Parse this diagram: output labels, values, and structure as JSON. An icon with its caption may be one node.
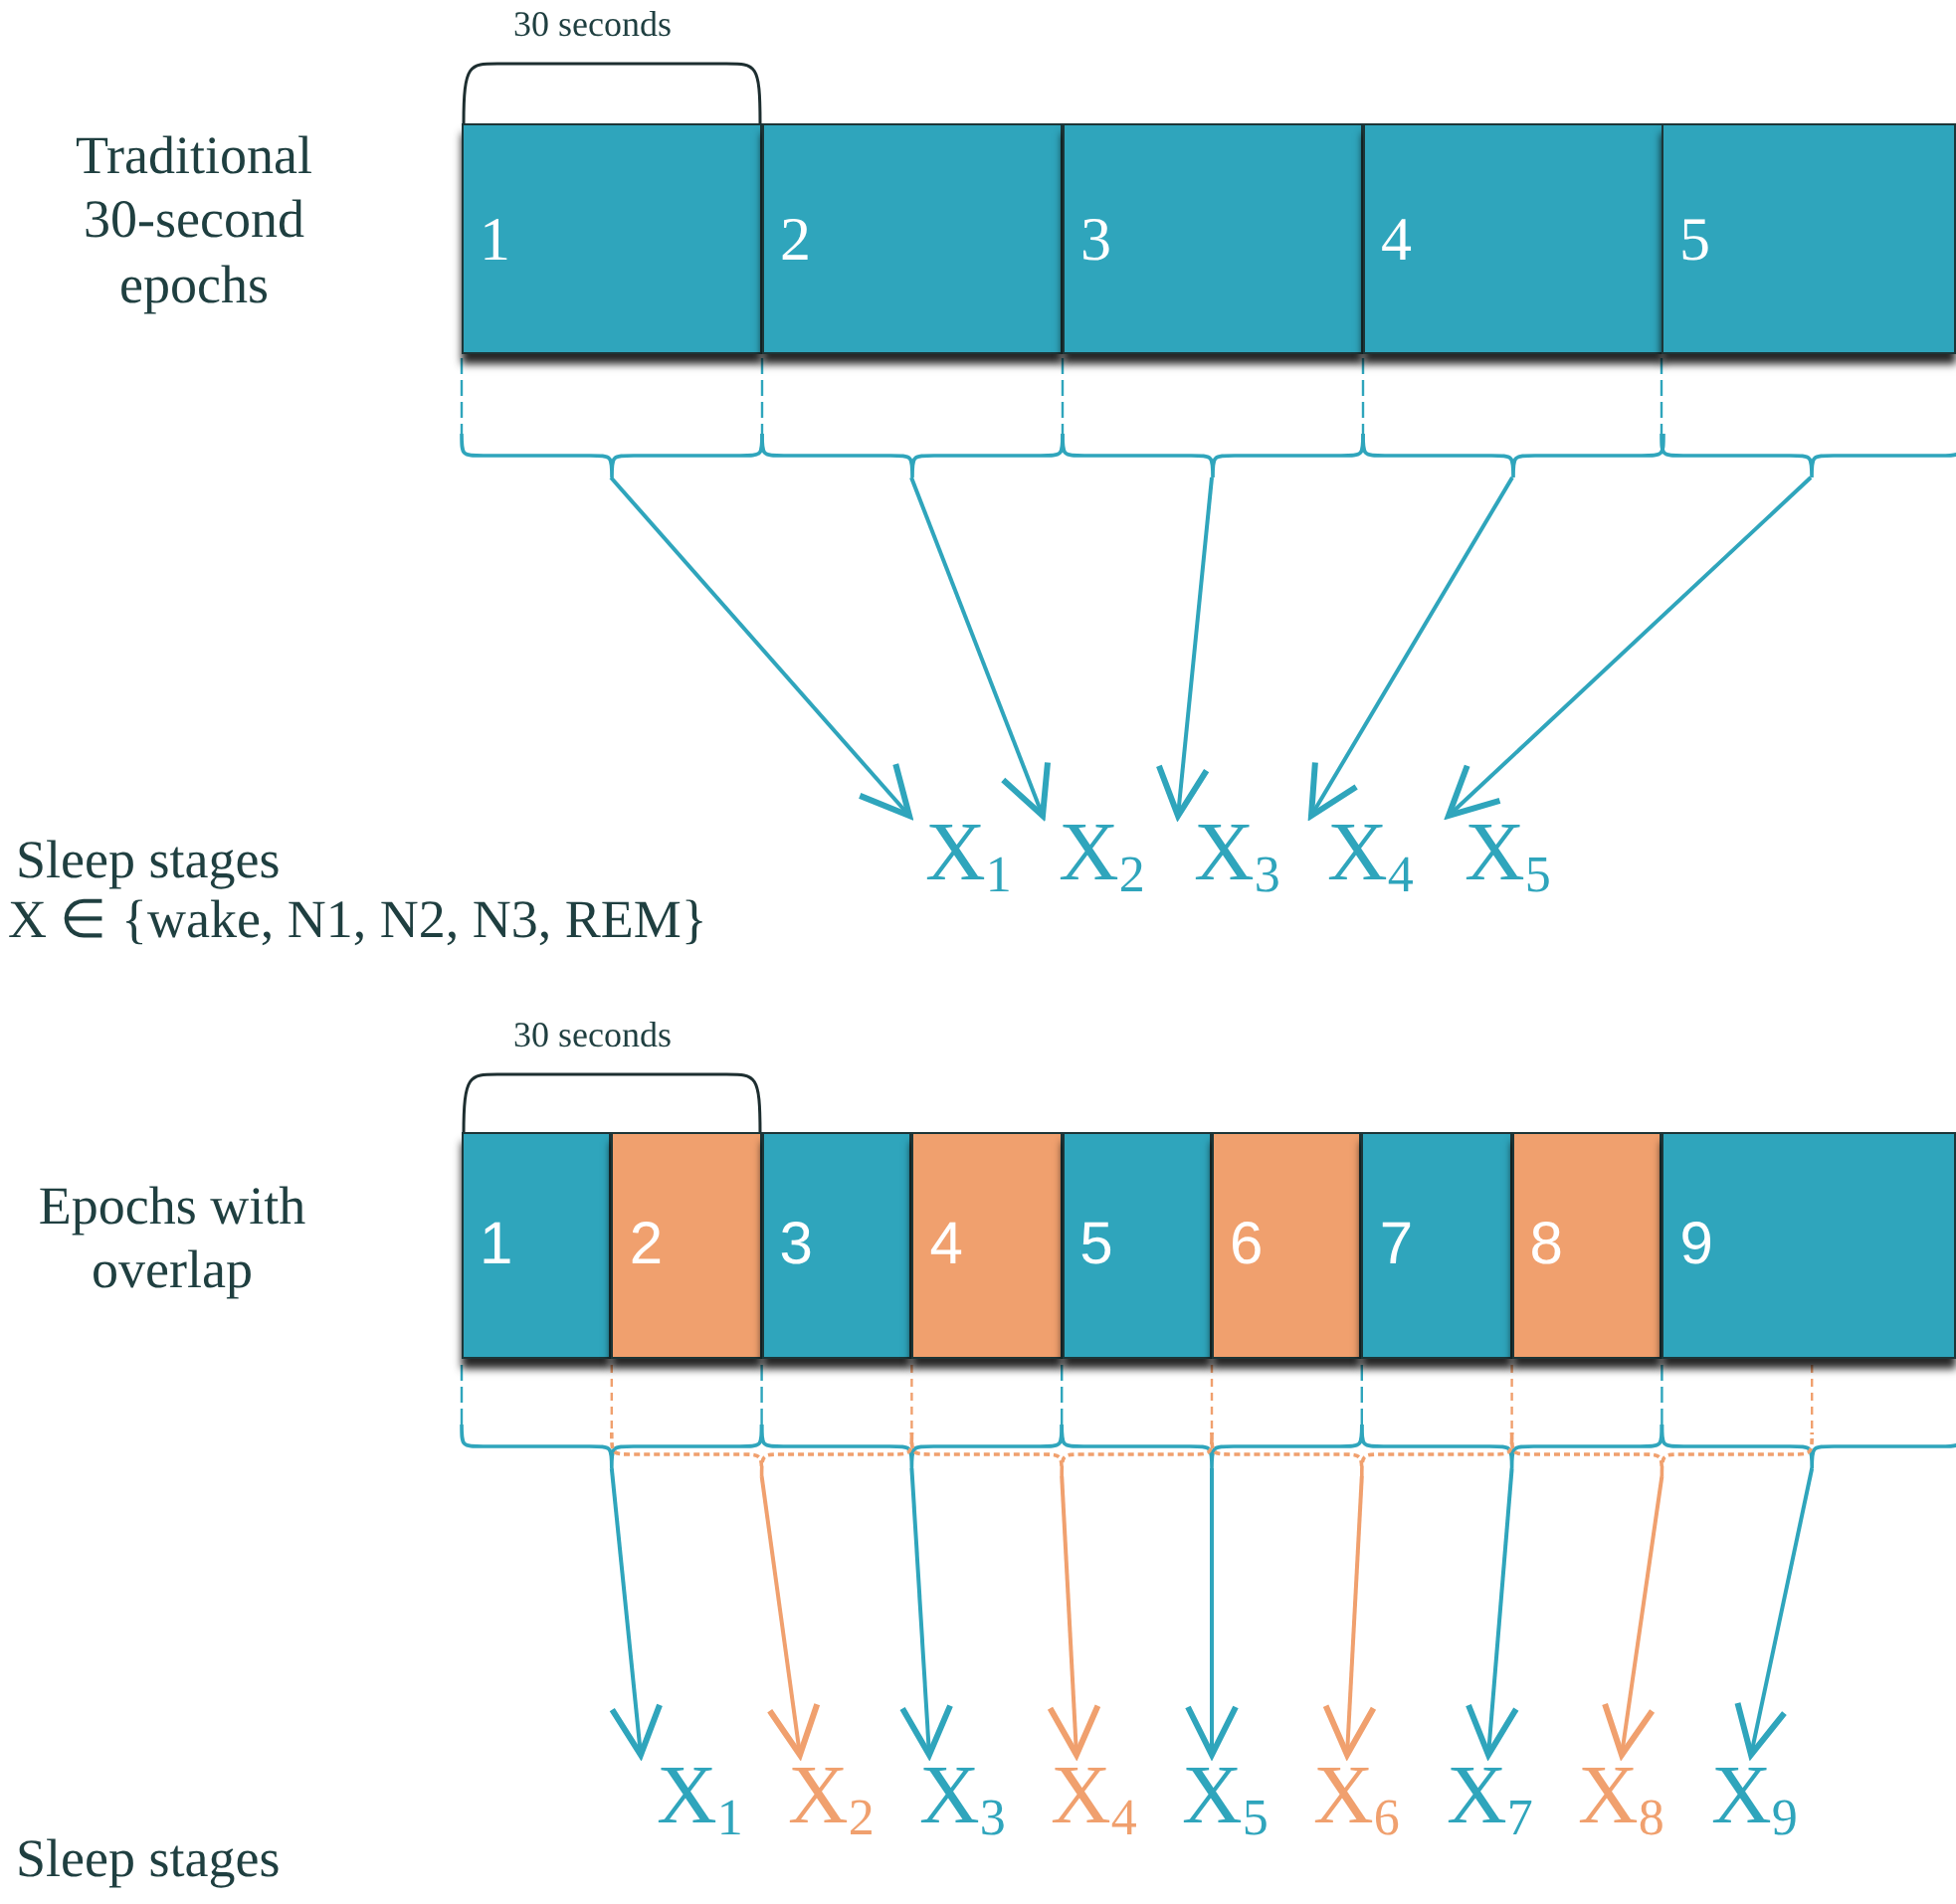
{
  "diagram": {
    "nodes": [
      {
        "text": [
          "1"
        ]
      },
      {
        "text": [
          "2"
        ]
      },
      {
        "text": [
          "3"
        ]
      },
      {
        "text": [
          "4"
        ]
      },
      {
        "text": [
          "5"
        ]
      },
      {
        "text": [
          "X$_{1}$"
        ]
      },
      {
        "text": [
          "X$_{2}$"
        ]
      },
      {
        "text": [
          "X$_{3}$"
        ]
      },
      {
        "text": [
          "X$_{4}$"
        ]
      },
      {
        "text": [
          "X$_{5}$"
        ]
      },
      {
        "text": [
          "1"
        ]
      },
      {
        "text": [
          "2"
        ]
      },
      {
        "text": [
          "3"
        ]
      },
      {
        "text": [
          "4"
        ]
      },
      {
        "text": [
          "5"
        ]
      },
      {
        "text": [
          "6"
        ]
      },
      {
        "text": [
          "7"
        ]
      },
      {
        "text": [
          "8"
        ]
      },
      {
        "text": [
          "9"
        ]
      },
      {
        "text": [
          "X$_{1}$"
        ]
      },
      {
        "text": [
          "X$_{2}$"
        ]
      },
      {
        "text": [
          "X$_{3}$"
        ]
      },
      {
        "text": [
          "X$_{4}$"
        ]
      },
      {
        "text": [
          "X$_{5}$"
        ]
      },
      {
        "text": [
          "X$_{6}$"
        ]
      },
      {
        "text": [
          "X$_{7}$"
        ]
      },
      {
        "text": [
          "X$_{8}$"
        ]
      },
      {
        "text": [
          "X$_{9}$"
        ]
      }
    ],
    "edges": [
      {
        "from": 0,
        "to": 5,
        "arrow": "to"
      },
      {
        "from": 1,
        "to": 6,
        "arrow": "to"
      },
      {
        "from": 2,
        "to": 7,
        "arrow": "to"
      },
      {
        "from": 3,
        "to": 8,
        "arrow": "to"
      },
      {
        "from": 4,
        "to": 9,
        "arrow": "to"
      },
      {
        "from": 10,
        "to": 19,
        "arrow": "to"
      },
      {
        "from": 11,
        "to": 20,
        "arrow": "to",
        "color": "#f0a06e"
      },
      {
        "from": 12,
        "to": 21,
        "arrow": "to"
      },
      {
        "from": 13,
        "to": 22,
        "arrow": "to",
        "color": "#f0a06e"
      },
      {
        "from": 14,
        "to": 23,
        "arrow": "to"
      },
      {
        "from": 15,
        "to": 24,
        "arrow": "to",
        "color": "#f0a06e"
      },
      {
        "from": 16,
        "to": 25,
        "arrow": "to"
      },
      {
        "from": 17,
        "to": 26,
        "arrow": "to",
        "color": "#f0a06e"
      },
      {
        "from": 18,
        "to": 27,
        "arrow": "to"
      }
    ],
    "labels": [
      "30 seconds",
      "Traditional 30-second epochs",
      "Sleep stages",
      "X ∈ {wake, N1, N2, N3, REM}",
      "30 seconds",
      "Epochs with overlap",
      "Sleep stages"
    ]
  }
}
